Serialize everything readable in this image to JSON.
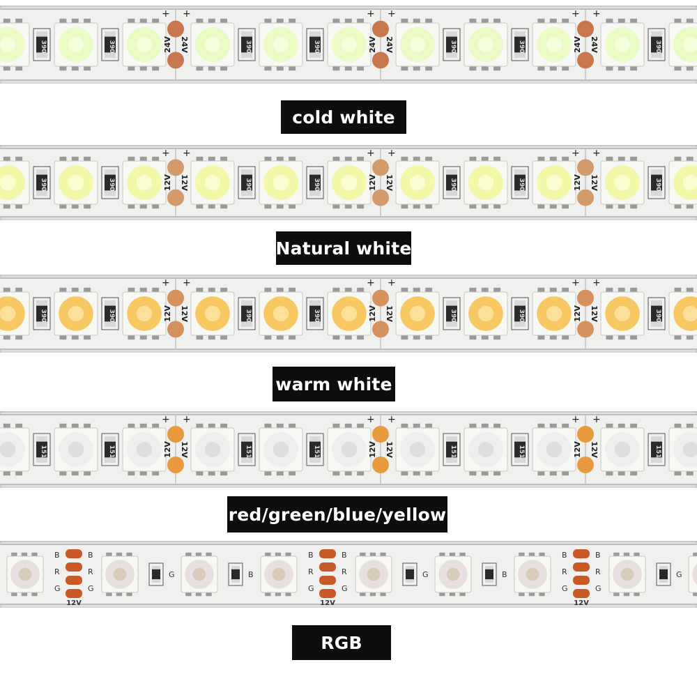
{
  "strips": [
    {
      "caption": "cold white",
      "led_color": "#eafbc4",
      "led_center": "#f6ffdf",
      "pad_color": "#c9774e",
      "voltage_marking": "24V",
      "resistor_marking": "390",
      "icons": [
        "led-strip-icon",
        "solder-pad-icon",
        "resistor-icon"
      ]
    },
    {
      "caption": "Natural white",
      "led_color": "#f3f7a8",
      "led_center": "#fbfdd6",
      "pad_color": "#d39a6c",
      "voltage_marking": "12V",
      "resistor_marking": "390",
      "icons": [
        "led-strip-icon",
        "solder-pad-icon",
        "resistor-icon"
      ]
    },
    {
      "caption": "warm white",
      "led_color": "#f8c862",
      "led_center": "#fde3a2",
      "pad_color": "#d6925e",
      "voltage_marking": "12V",
      "resistor_marking": "390",
      "icons": [
        "led-strip-icon",
        "solder-pad-icon",
        "resistor-icon"
      ]
    },
    {
      "caption": "red/green/blue/yellow",
      "led_color": "#eeeeee",
      "led_center": "#dcdcdc",
      "pad_color": "#e79a3e",
      "voltage_marking": "12V",
      "resistor_marking": "151",
      "icons": [
        "led-strip-icon",
        "solder-pad-icon",
        "resistor-icon"
      ]
    },
    {
      "caption": "RGB",
      "led_color": "#e8dfe0",
      "led_center": "#d6c9b6",
      "pad_color": "#c95a28",
      "voltage_marking": "12V",
      "resistor_marking": "",
      "pad_letters": [
        "B",
        "R",
        "G"
      ],
      "icons": [
        "led-strip-icon",
        "solder-pad-icon",
        "resistor-icon"
      ]
    }
  ]
}
